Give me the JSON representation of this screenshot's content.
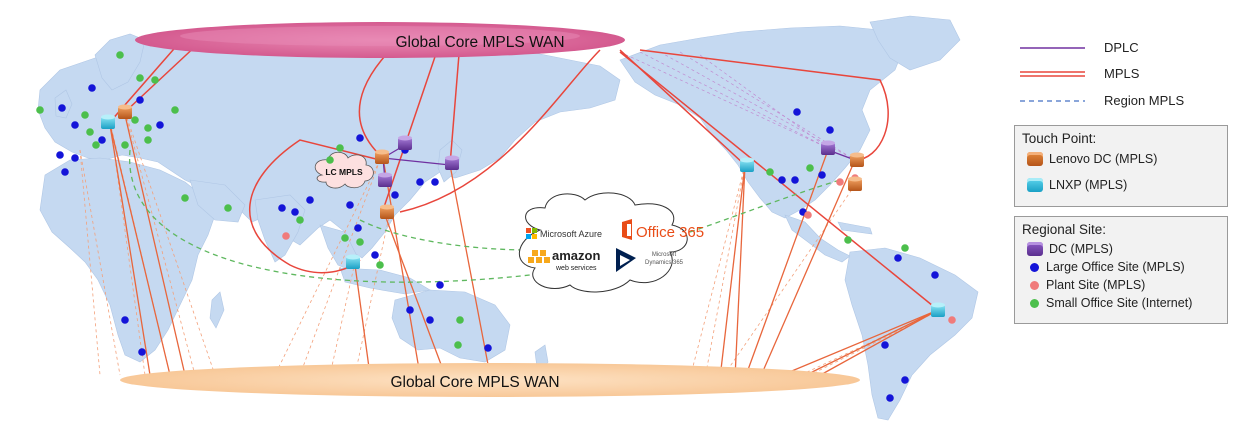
{
  "wan_top": "Global Core MPLS  WAN",
  "wan_bottom": "Global Core MPLS  WAN",
  "lc_mpls": "LC MPLS",
  "cloud": {
    "azure": "Microsoft Azure",
    "office": "Office 365",
    "amazon": "amazon",
    "aws_sub": "web services",
    "dyn1": "Microsoft",
    "dyn2": "Dynamics 365"
  },
  "legend_lines": [
    {
      "label": "DPLC",
      "color": "#7030a0"
    },
    {
      "label": "MPLS",
      "color": "#e8463c"
    },
    {
      "label": "Region MPLS",
      "color": "#4472c4"
    }
  ],
  "touch_point": {
    "title": "Touch Point:",
    "items": [
      {
        "label": "Lenovo DC (MPLS)",
        "icon": "orange-cube-icon"
      },
      {
        "label": "LNXP (MPLS)",
        "icon": "cyan-cube-icon"
      }
    ]
  },
  "regional_site": {
    "title": "Regional Site:",
    "items": [
      {
        "label": "DC (MPLS)",
        "icon": "purple-cube-icon"
      },
      {
        "label": "Large Office Site (MPLS)",
        "color": "#1414d8"
      },
      {
        "label": "Plant Site (MPLS)",
        "color": "#f07b7b"
      },
      {
        "label": "Small Office Site (Internet)",
        "color": "#4cbf4c"
      }
    ]
  },
  "colors": {
    "map": "#c5d9f1",
    "ocean": "#ffffff",
    "top_ellipse": "#dd6fa0",
    "bottom_ellipse": "#fbd3aa",
    "mpls": "#e8463c",
    "region": "#5fb85f"
  }
}
